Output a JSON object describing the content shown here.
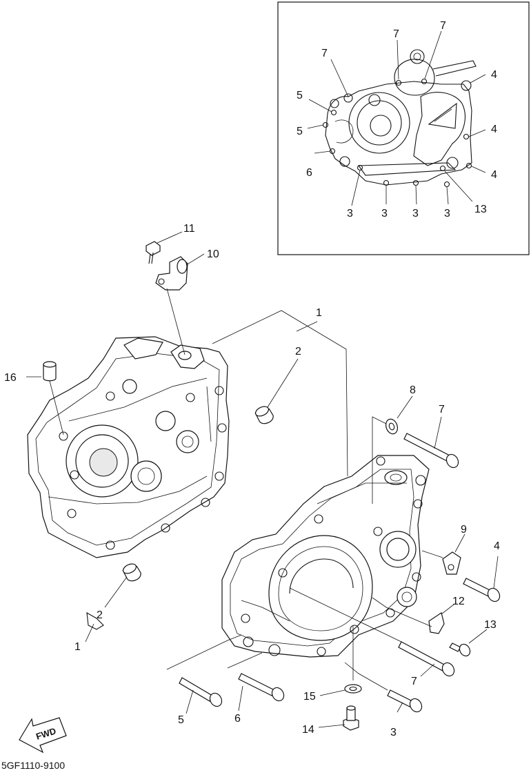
{
  "diagram_code": "5GF1110-9100",
  "fwd_label": "FWD",
  "inset_callouts": [
    "7",
    "7",
    "7",
    "4",
    "5",
    "5",
    "4",
    "6",
    "4",
    "3",
    "3",
    "3",
    "3",
    "13"
  ],
  "main_callouts": [
    "1",
    "2",
    "16",
    "11",
    "10",
    "8",
    "7",
    "9",
    "4",
    "12",
    "13",
    "7",
    "15",
    "14",
    "3",
    "5",
    "6",
    "2",
    "1"
  ]
}
